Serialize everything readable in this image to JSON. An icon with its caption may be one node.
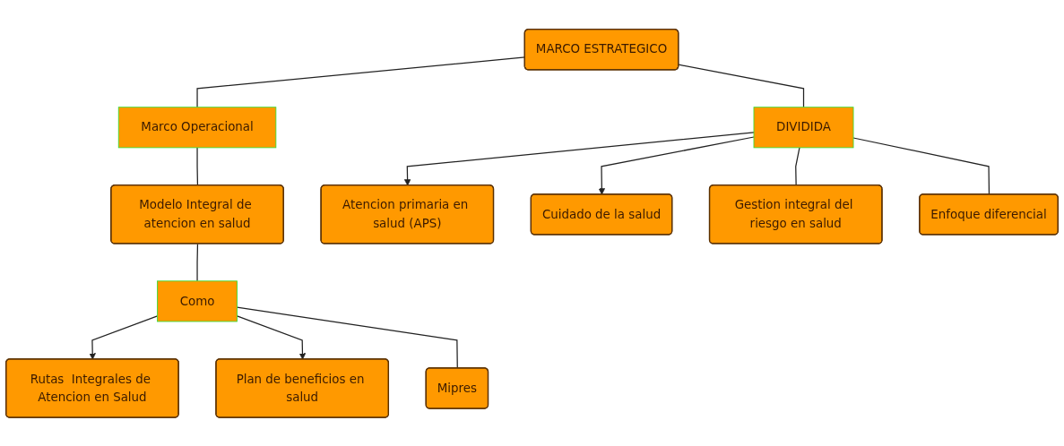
{
  "diagram": {
    "nodes": [
      {
        "text": [
          "MARCO ESTRATEGICO"
        ]
      },
      {
        "text": [
          "Marco Operacional"
        ]
      },
      {
        "text": [
          "Atencion primaria en salud (APS)"
        ]
      },
      {
        "text": [
          "Modelo Integral de atencion en salud"
        ]
      },
      {
        "text": [
          "DIVIDIDA"
        ]
      },
      {
        "text": [
          "Cuidado de la salud"
        ]
      },
      {
        "text": [
          "Rutas  Integrales de Atencion en Salud"
        ]
      },
      {
        "text": [
          "Como"
        ]
      },
      {
        "text": [
          "Gestion integral del riesgo en salud"
        ]
      },
      {
        "text": [
          "Plan de beneficios en salud"
        ]
      },
      {
        "text": [
          "Mipres"
        ]
      },
      {
        "text": [
          "Enfoque diferencial"
        ]
      }
    ],
    "edges": [
      {
        "from": 0,
        "to": 1,
        "arrow": "none"
      },
      {
        "from": 1,
        "to": 3,
        "arrow": "none"
      },
      {
        "from": 0,
        "to": 4,
        "arrow": "none"
      },
      {
        "from": 4,
        "to": 2,
        "arrow": "to"
      },
      {
        "from": 4,
        "to": 5,
        "arrow": "to"
      },
      {
        "from": 4,
        "to": 8,
        "arrow": "none"
      },
      {
        "from": 4,
        "to": 11,
        "arrow": "none"
      },
      {
        "from": 3,
        "to": 7,
        "arrow": "none"
      },
      {
        "from": 7,
        "to": 6,
        "arrow": "to"
      },
      {
        "from": 7,
        "to": 9,
        "arrow": "to"
      },
      {
        "from": 7,
        "to": 10,
        "arrow": "none"
      }
    ]
  }
}
